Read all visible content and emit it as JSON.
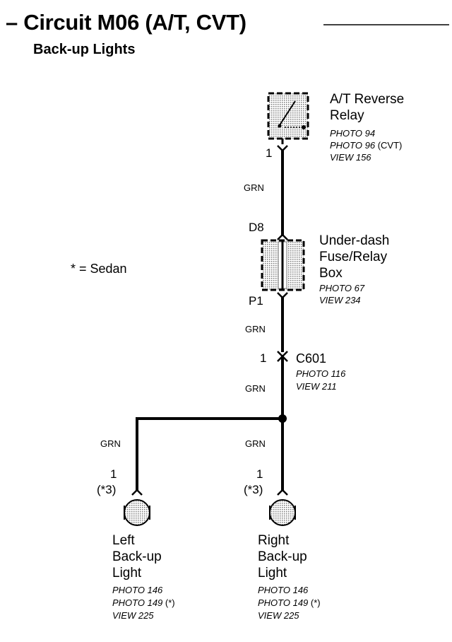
{
  "header": {
    "title": "– Circuit M06 (A/T, CVT)",
    "subtitle": "Back-up Lights"
  },
  "legend": {
    "sedan_note": "* = Sedan"
  },
  "relay": {
    "name_line1": "A/T Reverse",
    "name_line2": "Relay",
    "photo1": "PHOTO 94",
    "photo2": "PHOTO 96",
    "photo2_note": "(CVT)",
    "view": "VIEW 156",
    "pin": "1"
  },
  "wire_color": "GRN",
  "fusebox": {
    "name_line1": "Under-dash",
    "name_line2": "Fuse/Relay",
    "name_line3": "Box",
    "photo": "PHOTO 67",
    "view": "VIEW 234",
    "pin_top": "D8",
    "pin_bottom": "P1"
  },
  "connector": {
    "pin": "1",
    "name": "C601",
    "photo": "PHOTO 116",
    "view": "VIEW 211"
  },
  "left_light": {
    "pin": "1",
    "pin_note": "(*3)",
    "name_line1": "Left",
    "name_line2": "Back-up",
    "name_line3": "Light",
    "photo1": "PHOTO 146",
    "photo2": "PHOTO 149",
    "photo2_note": "(*)",
    "view": "VIEW 225"
  },
  "right_light": {
    "pin": "1",
    "pin_note": "(*3)",
    "name_line1": "Right",
    "name_line2": "Back-up",
    "name_line3": "Light",
    "photo1": "PHOTO 146",
    "photo2": "PHOTO 149",
    "photo2_note": "(*)",
    "view": "VIEW 225"
  }
}
